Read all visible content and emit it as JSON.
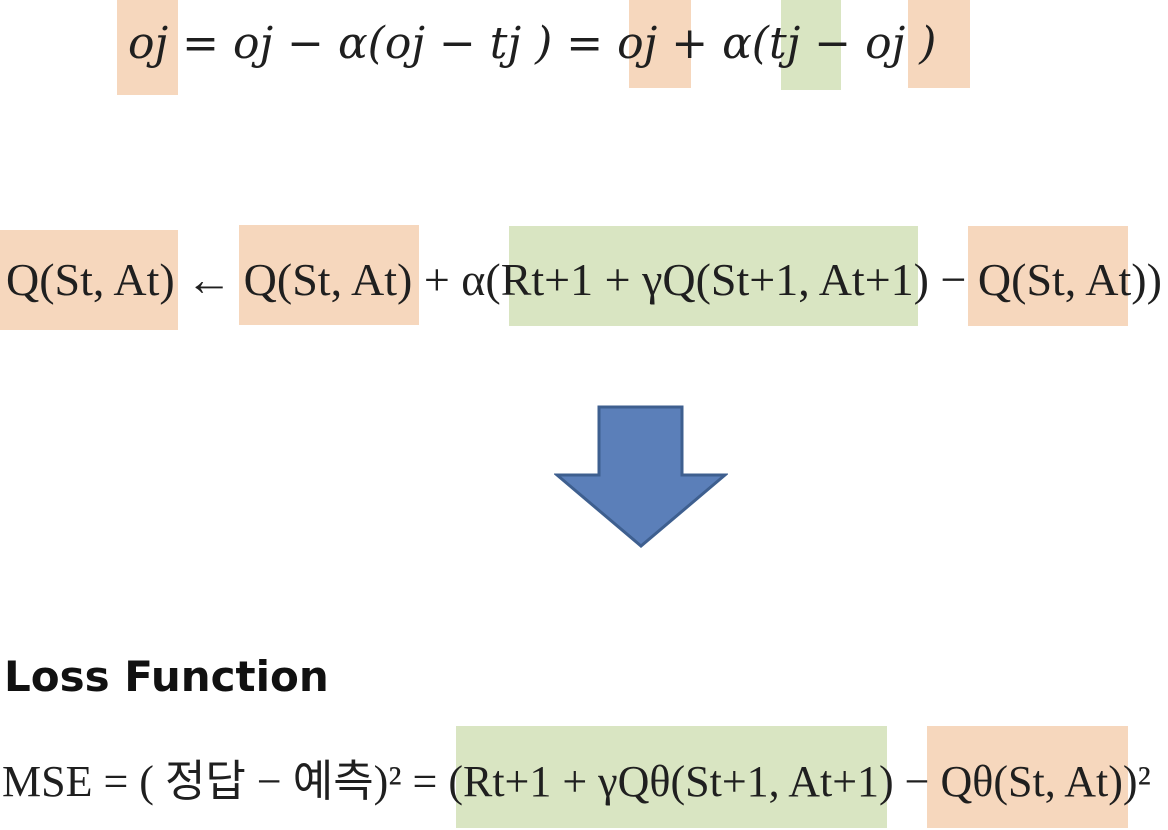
{
  "colors": {
    "orange_highlight": "#f6d7bd",
    "green_highlight": "#d9e5c2",
    "arrow_fill": "#5b7fb9",
    "arrow_stroke": "#3e5f8f"
  },
  "equation_1": {
    "text": "oj = oj − α(oj   − tj  ) = oj + α(tj    − oj  )"
  },
  "equation_2": {
    "text": "Q(St, At) ← Q(St, At) + α(Rt+1 + γQ(St+1, At+1) − Q(St, At))"
  },
  "arrow": {
    "icon": "down-arrow-icon"
  },
  "section_title": "Loss Function",
  "equation_3": {
    "text": "MSE = ( 정답 − 예측)² = (Rt+1 + γQθ(St+1, At+1) − Qθ(St, At))²"
  }
}
